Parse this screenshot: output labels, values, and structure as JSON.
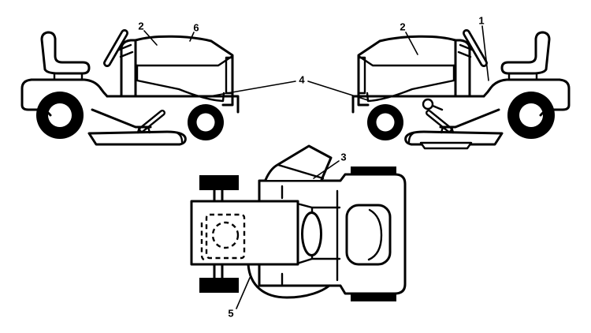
{
  "callouts": {
    "one": "1",
    "two_left": "2",
    "two_right": "2",
    "three": "3",
    "four": "4",
    "five": "5",
    "six": "6"
  },
  "colors": {
    "line": "#000000",
    "background": "#ffffff"
  }
}
